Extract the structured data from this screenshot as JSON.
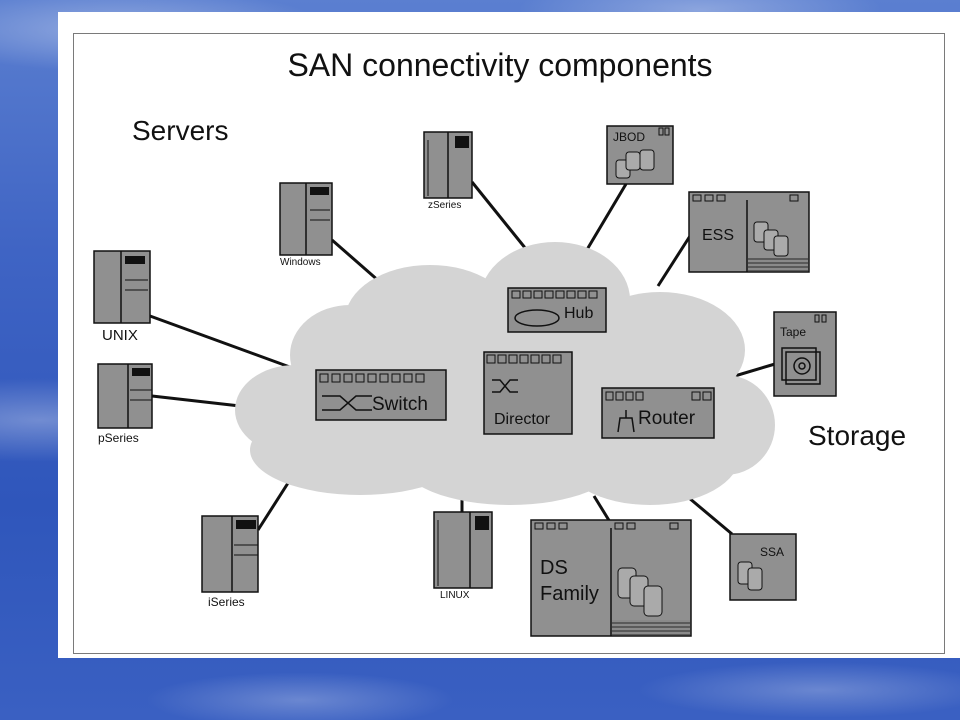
{
  "title": "SAN connectivity components",
  "group_labels": {
    "servers": "Servers",
    "storage": "Storage"
  },
  "servers": [
    {
      "key": "unix",
      "label": "UNIX"
    },
    {
      "key": "windows",
      "label": "Windows"
    },
    {
      "key": "zseries",
      "label": "zSeries"
    },
    {
      "key": "pseries",
      "label": "pSeries"
    },
    {
      "key": "iseries",
      "label": "iSeries"
    },
    {
      "key": "linux",
      "label": "LINUX"
    }
  ],
  "storage": [
    {
      "key": "jbod",
      "label": "JBOD"
    },
    {
      "key": "ess",
      "label": "ESS"
    },
    {
      "key": "tape",
      "label": "Tape"
    },
    {
      "key": "ssa",
      "label": "SSA"
    },
    {
      "key": "ds",
      "label_line1": "DS",
      "label_line2": "Family"
    }
  ],
  "fabric": {
    "hub": "Hub",
    "switch": "Switch",
    "director": "Director",
    "router": "Router"
  },
  "colors": {
    "device_fill": "#909090",
    "cloud_fill": "#d4d4d4",
    "outline": "#1a1a1a"
  }
}
